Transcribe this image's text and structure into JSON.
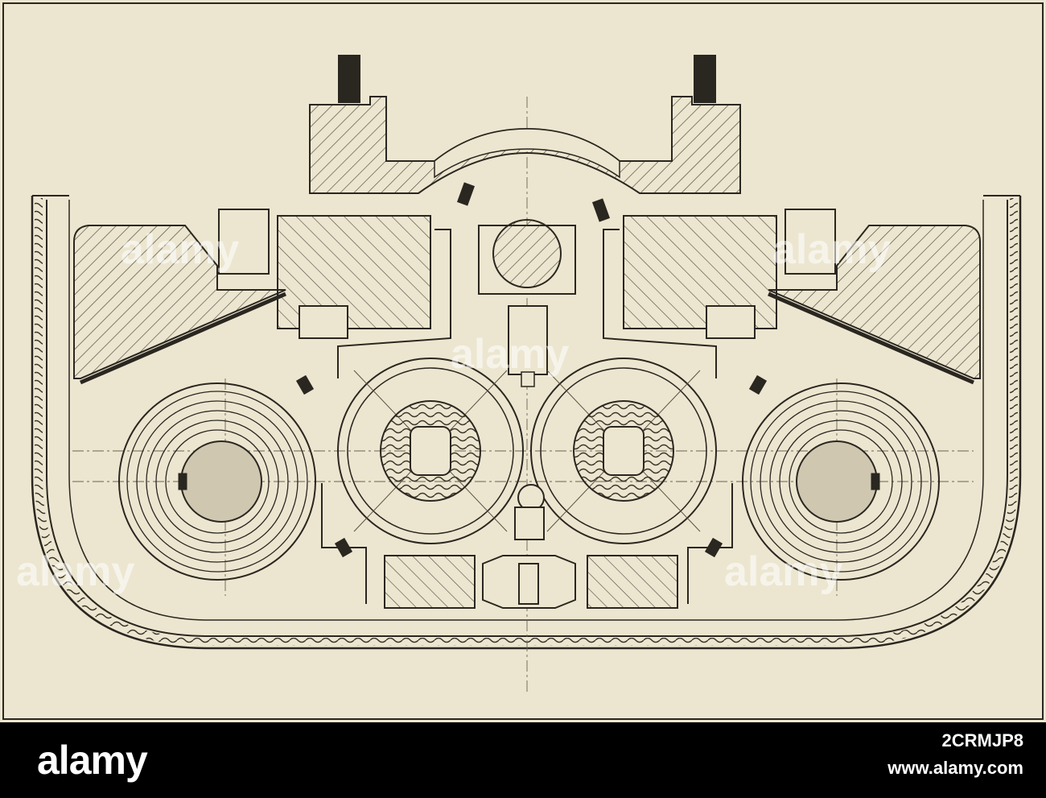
{
  "footer": {
    "brand": "alamy",
    "image_id": "2CRMJP8",
    "url": "www.alamy.com"
  },
  "watermark": {
    "text": "alamy"
  },
  "colors": {
    "paper": "#ece6d0",
    "ink": "#2a2620",
    "footer_bg": "#000000",
    "footer_text": "#ffffff"
  }
}
